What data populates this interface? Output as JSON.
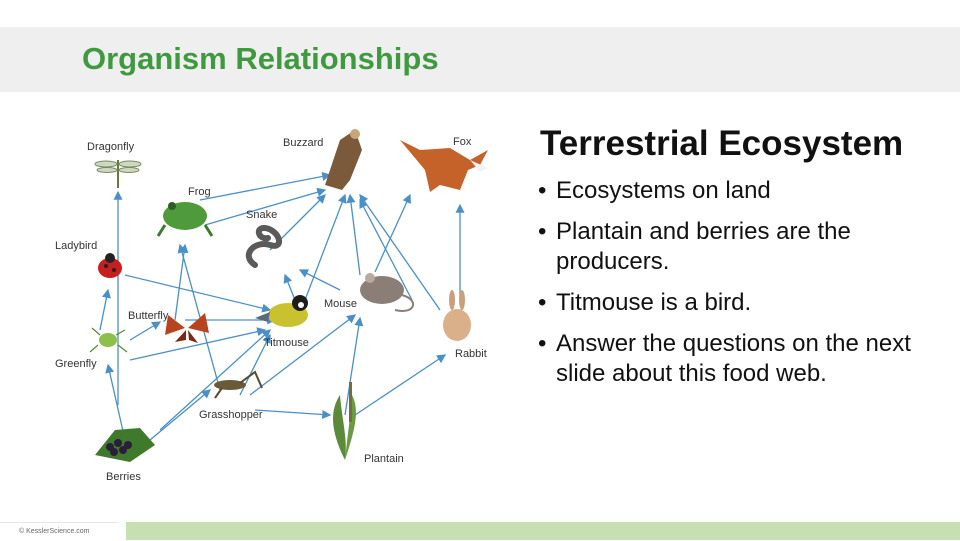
{
  "title": "Organism Relationships",
  "diagram": {
    "organisms": {
      "dragonfly": "Dragonfly",
      "buzzard": "Buzzard",
      "fox": "Fox",
      "frog": "Frog",
      "snake": "Snake",
      "ladybird": "Ladybird",
      "mouse": "Mouse",
      "butterfly": "Butterfly",
      "titmouse": "Titmouse",
      "rabbit": "Rabbit",
      "greenfly": "Greenfly",
      "grasshopper": "Grasshopper",
      "plantain": "Plantain",
      "berries": "Berries"
    }
  },
  "content": {
    "heading": "Terrestrial Ecosystem",
    "bullets": [
      "Ecosystems on land",
      "Plantain and berries are the producers.",
      "Titmouse is a bird.",
      "Answer the questions on the next slide about this food web."
    ]
  },
  "footer": {
    "copyright": "© KesslerScience.com"
  },
  "colors": {
    "title": "#3f9a3f",
    "arrows": "#4a90c8",
    "footer_bar": "#c6e0b4",
    "title_bar": "#efefef"
  }
}
